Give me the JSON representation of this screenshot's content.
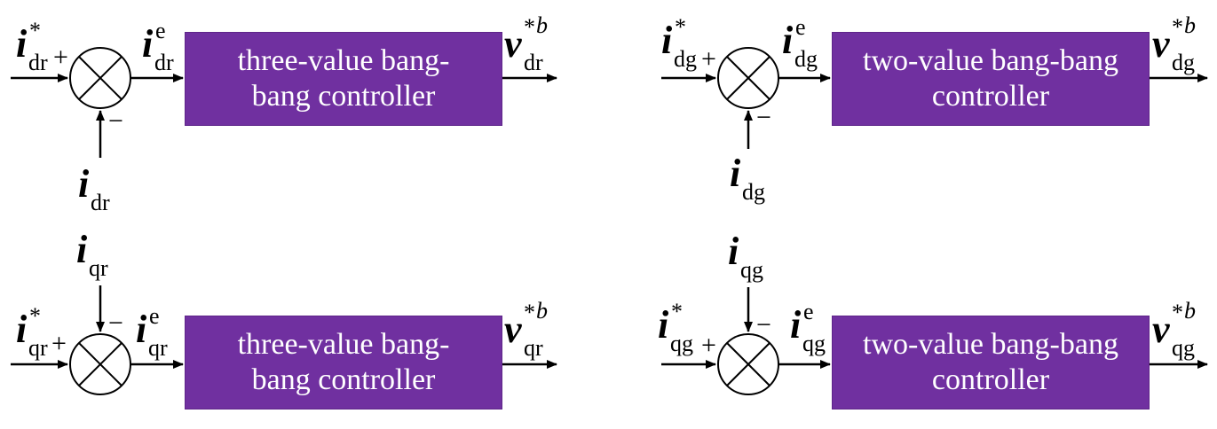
{
  "blocks": {
    "dr": {
      "label": "three-value bang-\nbang controller"
    },
    "qr": {
      "label": "three-value bang-\nbang controller"
    },
    "dg": {
      "label": "two-value bang-bang\ncontroller"
    },
    "qg": {
      "label": "two-value bang-bang\ncontroller"
    }
  },
  "symbols": {
    "i": "i",
    "v": "v",
    "ref_sup": "*",
    "err_sup": "e",
    "out_sup_star": "*",
    "out_sup_b": "b",
    "plus": "+",
    "minus": "−"
  },
  "subscripts": {
    "dr": "dr",
    "qr": "qr",
    "dg": "dg",
    "qg": "qg"
  },
  "colors": {
    "block_fill": "#7030a0",
    "block_text": "#ffffff",
    "line": "#000000"
  }
}
